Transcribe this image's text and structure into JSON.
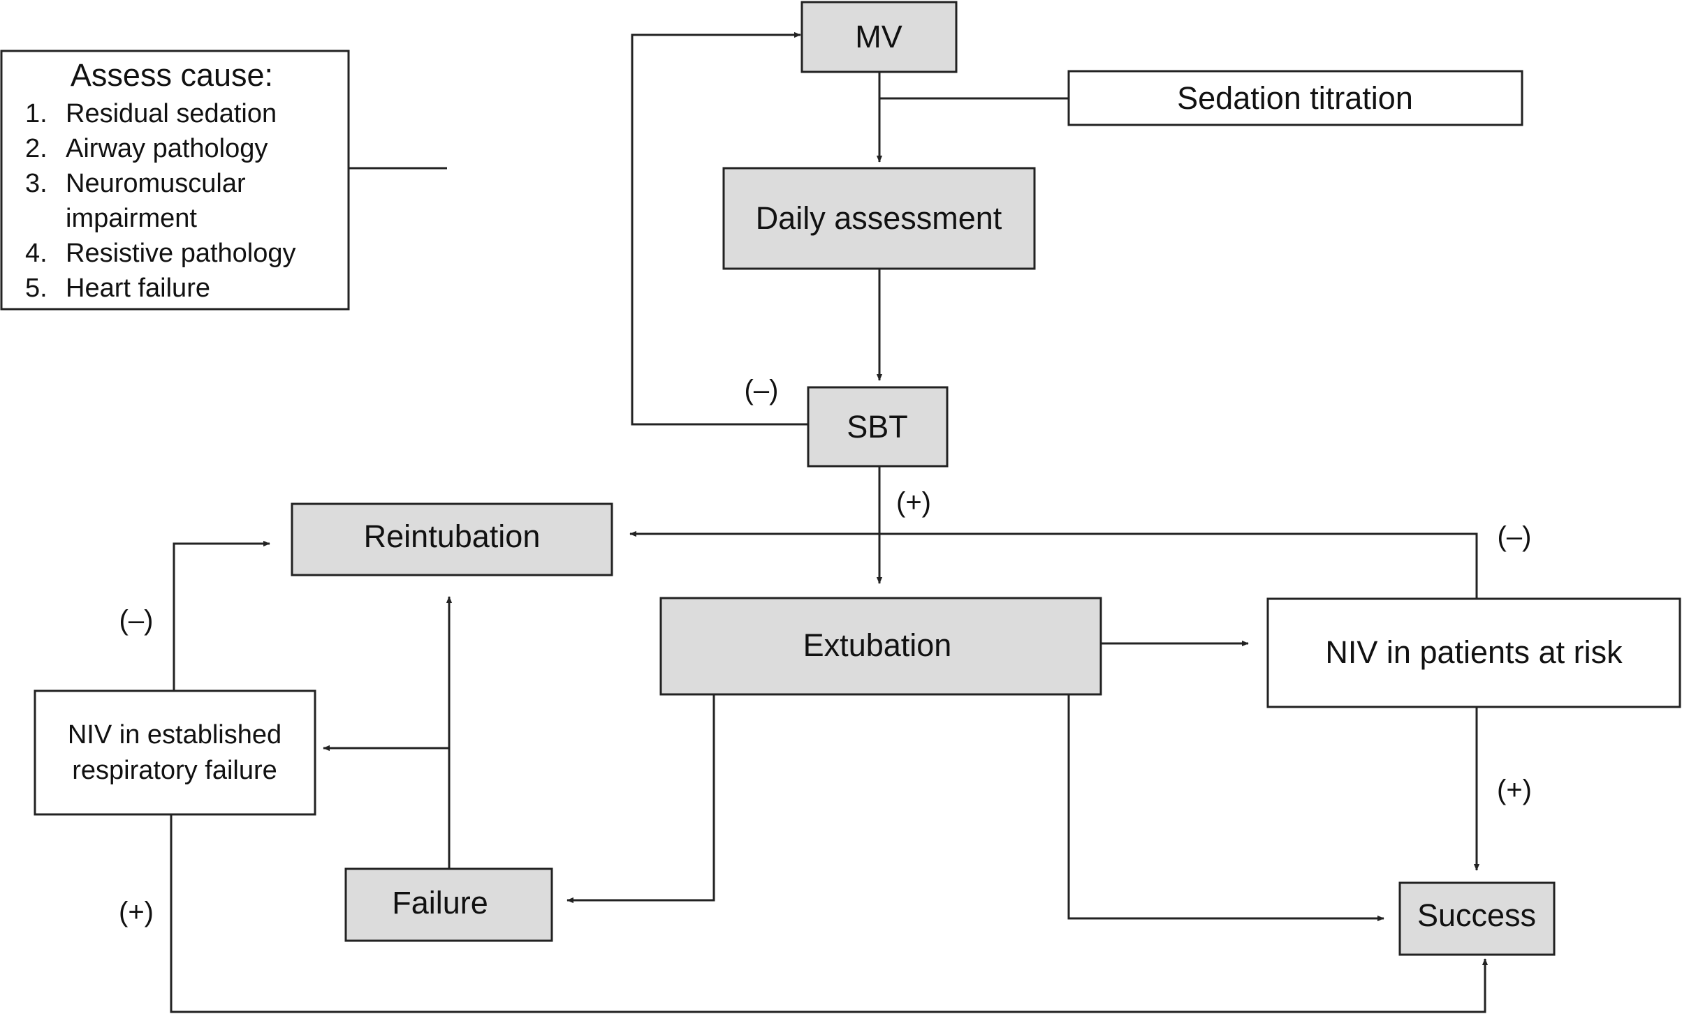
{
  "assess": {
    "title": "Assess cause:",
    "items": [
      {
        "num": "1.",
        "lines": [
          "Residual sedation"
        ]
      },
      {
        "num": "2.",
        "lines": [
          "Airway pathology"
        ]
      },
      {
        "num": "3.",
        "lines": [
          "Neuromuscular",
          "impairment"
        ]
      },
      {
        "num": "4.",
        "lines": [
          "Resistive pathology"
        ]
      },
      {
        "num": "5.",
        "lines": [
          "Heart failure"
        ]
      }
    ]
  },
  "nodes": {
    "mv": "MV",
    "sedation": "Sedation titration",
    "daily": "Daily assessment",
    "sbt": "SBT",
    "reintubation": "Reintubation",
    "extubation": "Extubation",
    "niv_risk": "NIV in patients at risk",
    "niv_established": [
      "NIV in established",
      "respiratory failure"
    ],
    "failure": "Failure",
    "success": "Success"
  },
  "signs": {
    "sbt_minus": "(–)",
    "sbt_plus": "(+)",
    "niv_risk_minus": "(–)",
    "niv_risk_plus": "(+)",
    "niv_est_minus": "(–)",
    "niv_est_plus": "(+)"
  }
}
